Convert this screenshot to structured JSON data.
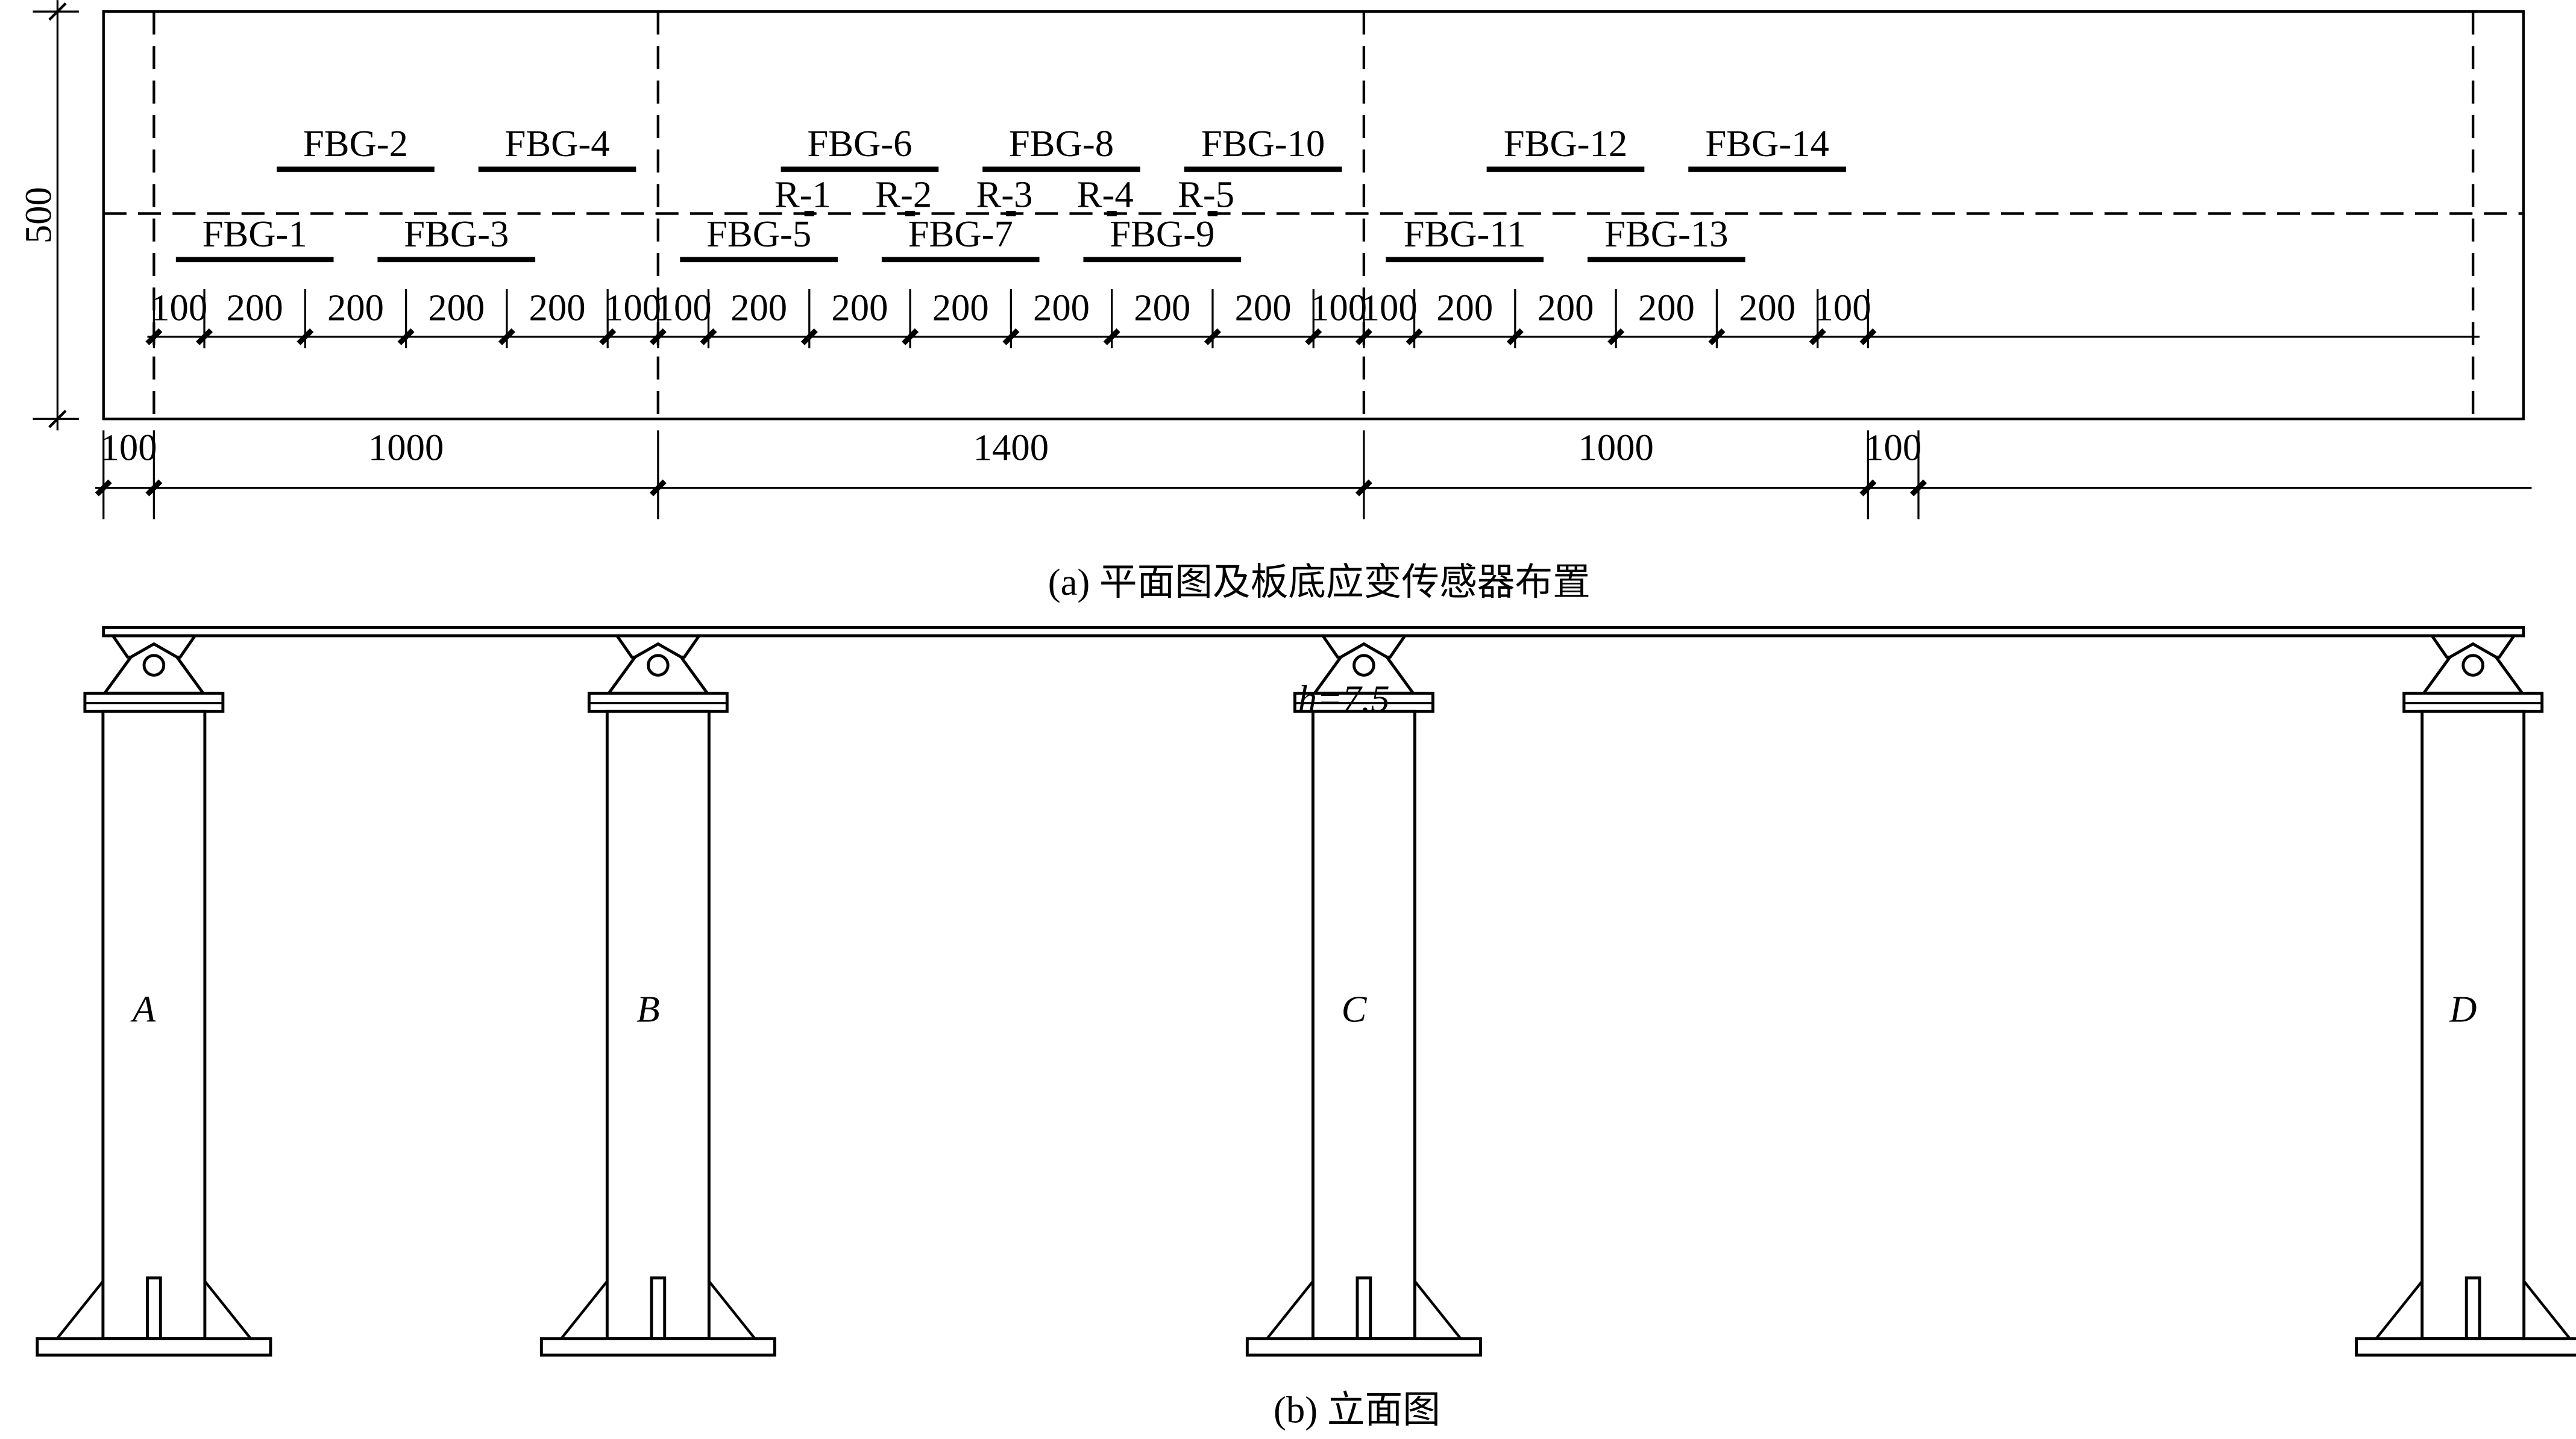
{
  "plan": {
    "width_label": "500",
    "inner_dims": [
      "100",
      "200",
      "200",
      "200",
      "200",
      "100",
      "100",
      "200",
      "200",
      "200",
      "200",
      "200",
      "200",
      "100",
      "100",
      "200",
      "200",
      "200",
      "200",
      "100"
    ],
    "outer_dims": [
      "100",
      "1000",
      "1400",
      "1000",
      "100"
    ],
    "fbg_labels": [
      "FBG-1",
      "FBG-2",
      "FBG-3",
      "FBG-4",
      "FBG-5",
      "FBG-6",
      "FBG-7",
      "FBG-8",
      "FBG-9",
      "FBG-10",
      "FBG-11",
      "FBG-12",
      "FBG-13",
      "FBG-14"
    ],
    "r_labels": [
      "R-1",
      "R-2",
      "R-3",
      "R-4",
      "R-5"
    ],
    "caption": "(a) 平面图及板底应变传感器布置"
  },
  "elevation": {
    "thickness_label": "h=7.5",
    "piers": [
      "A",
      "B",
      "C",
      "D"
    ],
    "caption": "(b) 立面图"
  }
}
